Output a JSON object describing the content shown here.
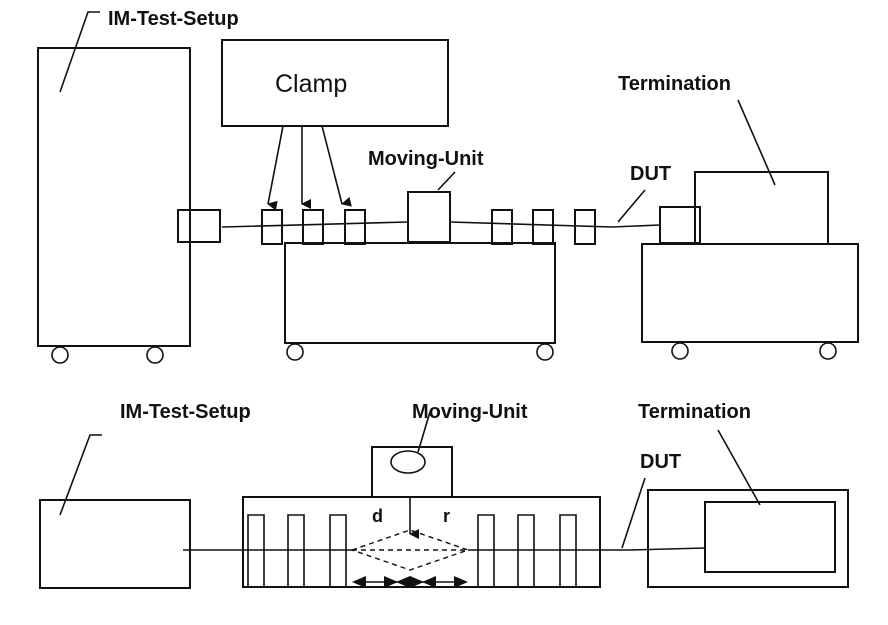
{
  "top_view": {
    "im_test_setup_label": "IM-Test-Setup",
    "clamp_label": "Clamp",
    "moving_unit_label": "Moving-Unit",
    "termination_label": "Termination",
    "dut_label": "DUT"
  },
  "bottom_view": {
    "im_test_setup_label": "IM-Test-Setup",
    "moving_unit_label": "Moving-Unit",
    "termination_label": "Termination",
    "dut_label": "DUT",
    "d_label": "d",
    "r_label": "r"
  }
}
